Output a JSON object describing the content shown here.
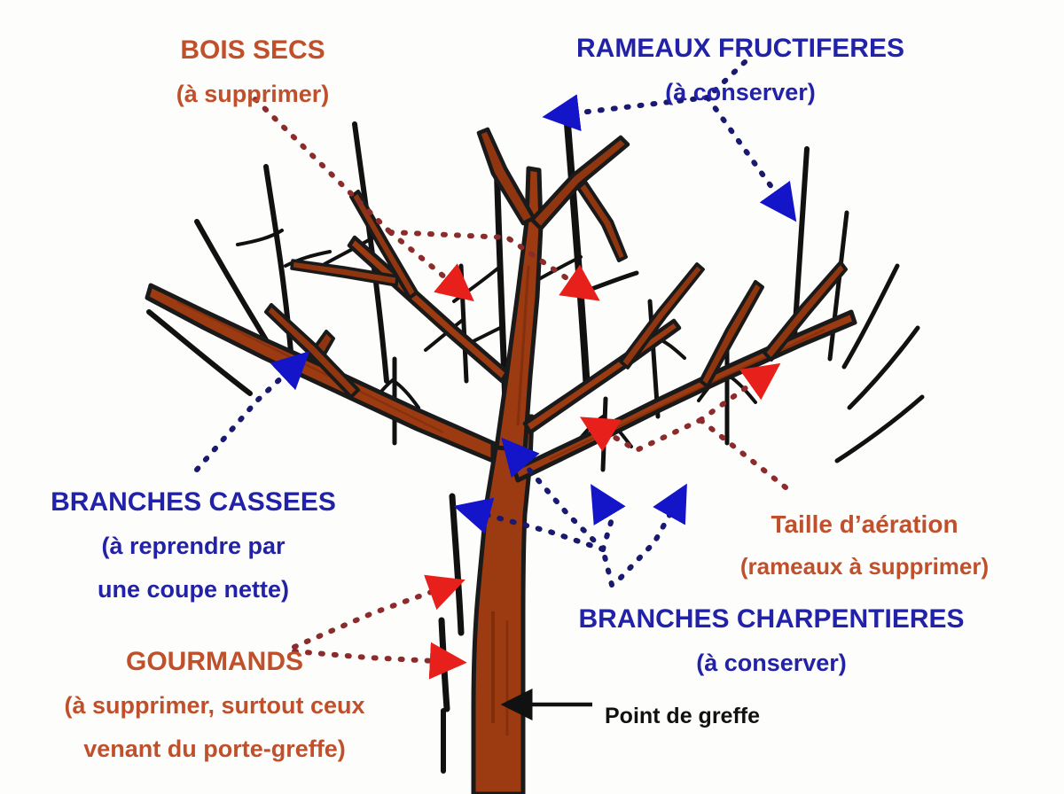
{
  "diagram": {
    "title": "Schema de taille d'un arbre fruitier",
    "background_color": "#fdfdfb",
    "trunk_color": "#9C3B12",
    "trunk_color_light": "#B4551E",
    "branch_outline_color": "#1a1a1a",
    "deadwood_color": "#111111",
    "red_accent": "#E8201C",
    "red_dot_color": "#8B2B2B",
    "blue_accent": "#1414C8",
    "blue_dot_color": "#191970",
    "label_red": "#C0502B",
    "label_blue": "#2222A8",
    "label_black": "#111111"
  },
  "labels": {
    "bois_secs": {
      "line1": "BOIS SECS",
      "line2": "(à supprimer)",
      "color": "#C0502B",
      "size1": 29,
      "size2": 27
    },
    "rameaux_fructiferes": {
      "line1": "RAMEAUX FRUCTIFERES",
      "line2": "(à conserver)",
      "color": "#2222A8",
      "size1": 29,
      "size2": 27
    },
    "branches_cassees": {
      "line1": "BRANCHES CASSEES",
      "line2": "(à reprendre par",
      "line3": "une coupe nette)",
      "color": "#2222A8",
      "size1": 29,
      "size2": 27
    },
    "gourmands": {
      "line1": "GOURMANDS",
      "line2": "(à supprimer, surtout ceux",
      "line3": "venant du porte-greffe)",
      "color": "#C0502B",
      "size1": 29,
      "size2": 27
    },
    "taille_aeration": {
      "line1": "Taille d’aération",
      "line2": "(rameaux à supprimer)",
      "color": "#C0502B",
      "size1": 27,
      "size2": 25
    },
    "branches_charpentieres": {
      "line1": "BRANCHES CHARPENTIERES",
      "line2": "(à conserver)",
      "color": "#2222A8",
      "size1": 29,
      "size2": 27
    },
    "point_de_greffe": {
      "line1": "Point de greffe",
      "color": "#111111",
      "size1": 24
    }
  },
  "annotations": [
    {
      "id": "bois-secs",
      "kind": "red-dotted-arrow",
      "targets": 2,
      "meaning": "dead wood to remove"
    },
    {
      "id": "rameaux-fructiferes",
      "kind": "blue-dotted-arrow",
      "targets": 2,
      "meaning": "fruiting twigs to keep"
    },
    {
      "id": "branches-cassees",
      "kind": "blue-dotted-arrow",
      "targets": 1,
      "meaning": "broken branch, recut cleanly"
    },
    {
      "id": "gourmands",
      "kind": "red-dotted-arrow",
      "targets": 2,
      "meaning": "suckers to remove"
    },
    {
      "id": "taille-aeration",
      "kind": "red-dotted-arrow",
      "targets": 2,
      "meaning": "thinning cuts"
    },
    {
      "id": "branches-charpentieres",
      "kind": "blue-dotted-arrow",
      "targets": 3,
      "meaning": "scaffold branches to keep"
    },
    {
      "id": "point-de-greffe",
      "kind": "black-solid-arrow",
      "targets": 1,
      "meaning": "graft union"
    }
  ]
}
